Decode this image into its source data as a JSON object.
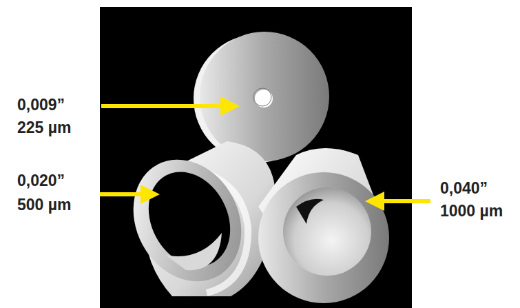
{
  "diagram": {
    "labels": [
      "0,009”",
      "225 µm",
      "0,020”",
      "500 µm",
      "0,040”",
      "1000 µm"
    ]
  }
}
